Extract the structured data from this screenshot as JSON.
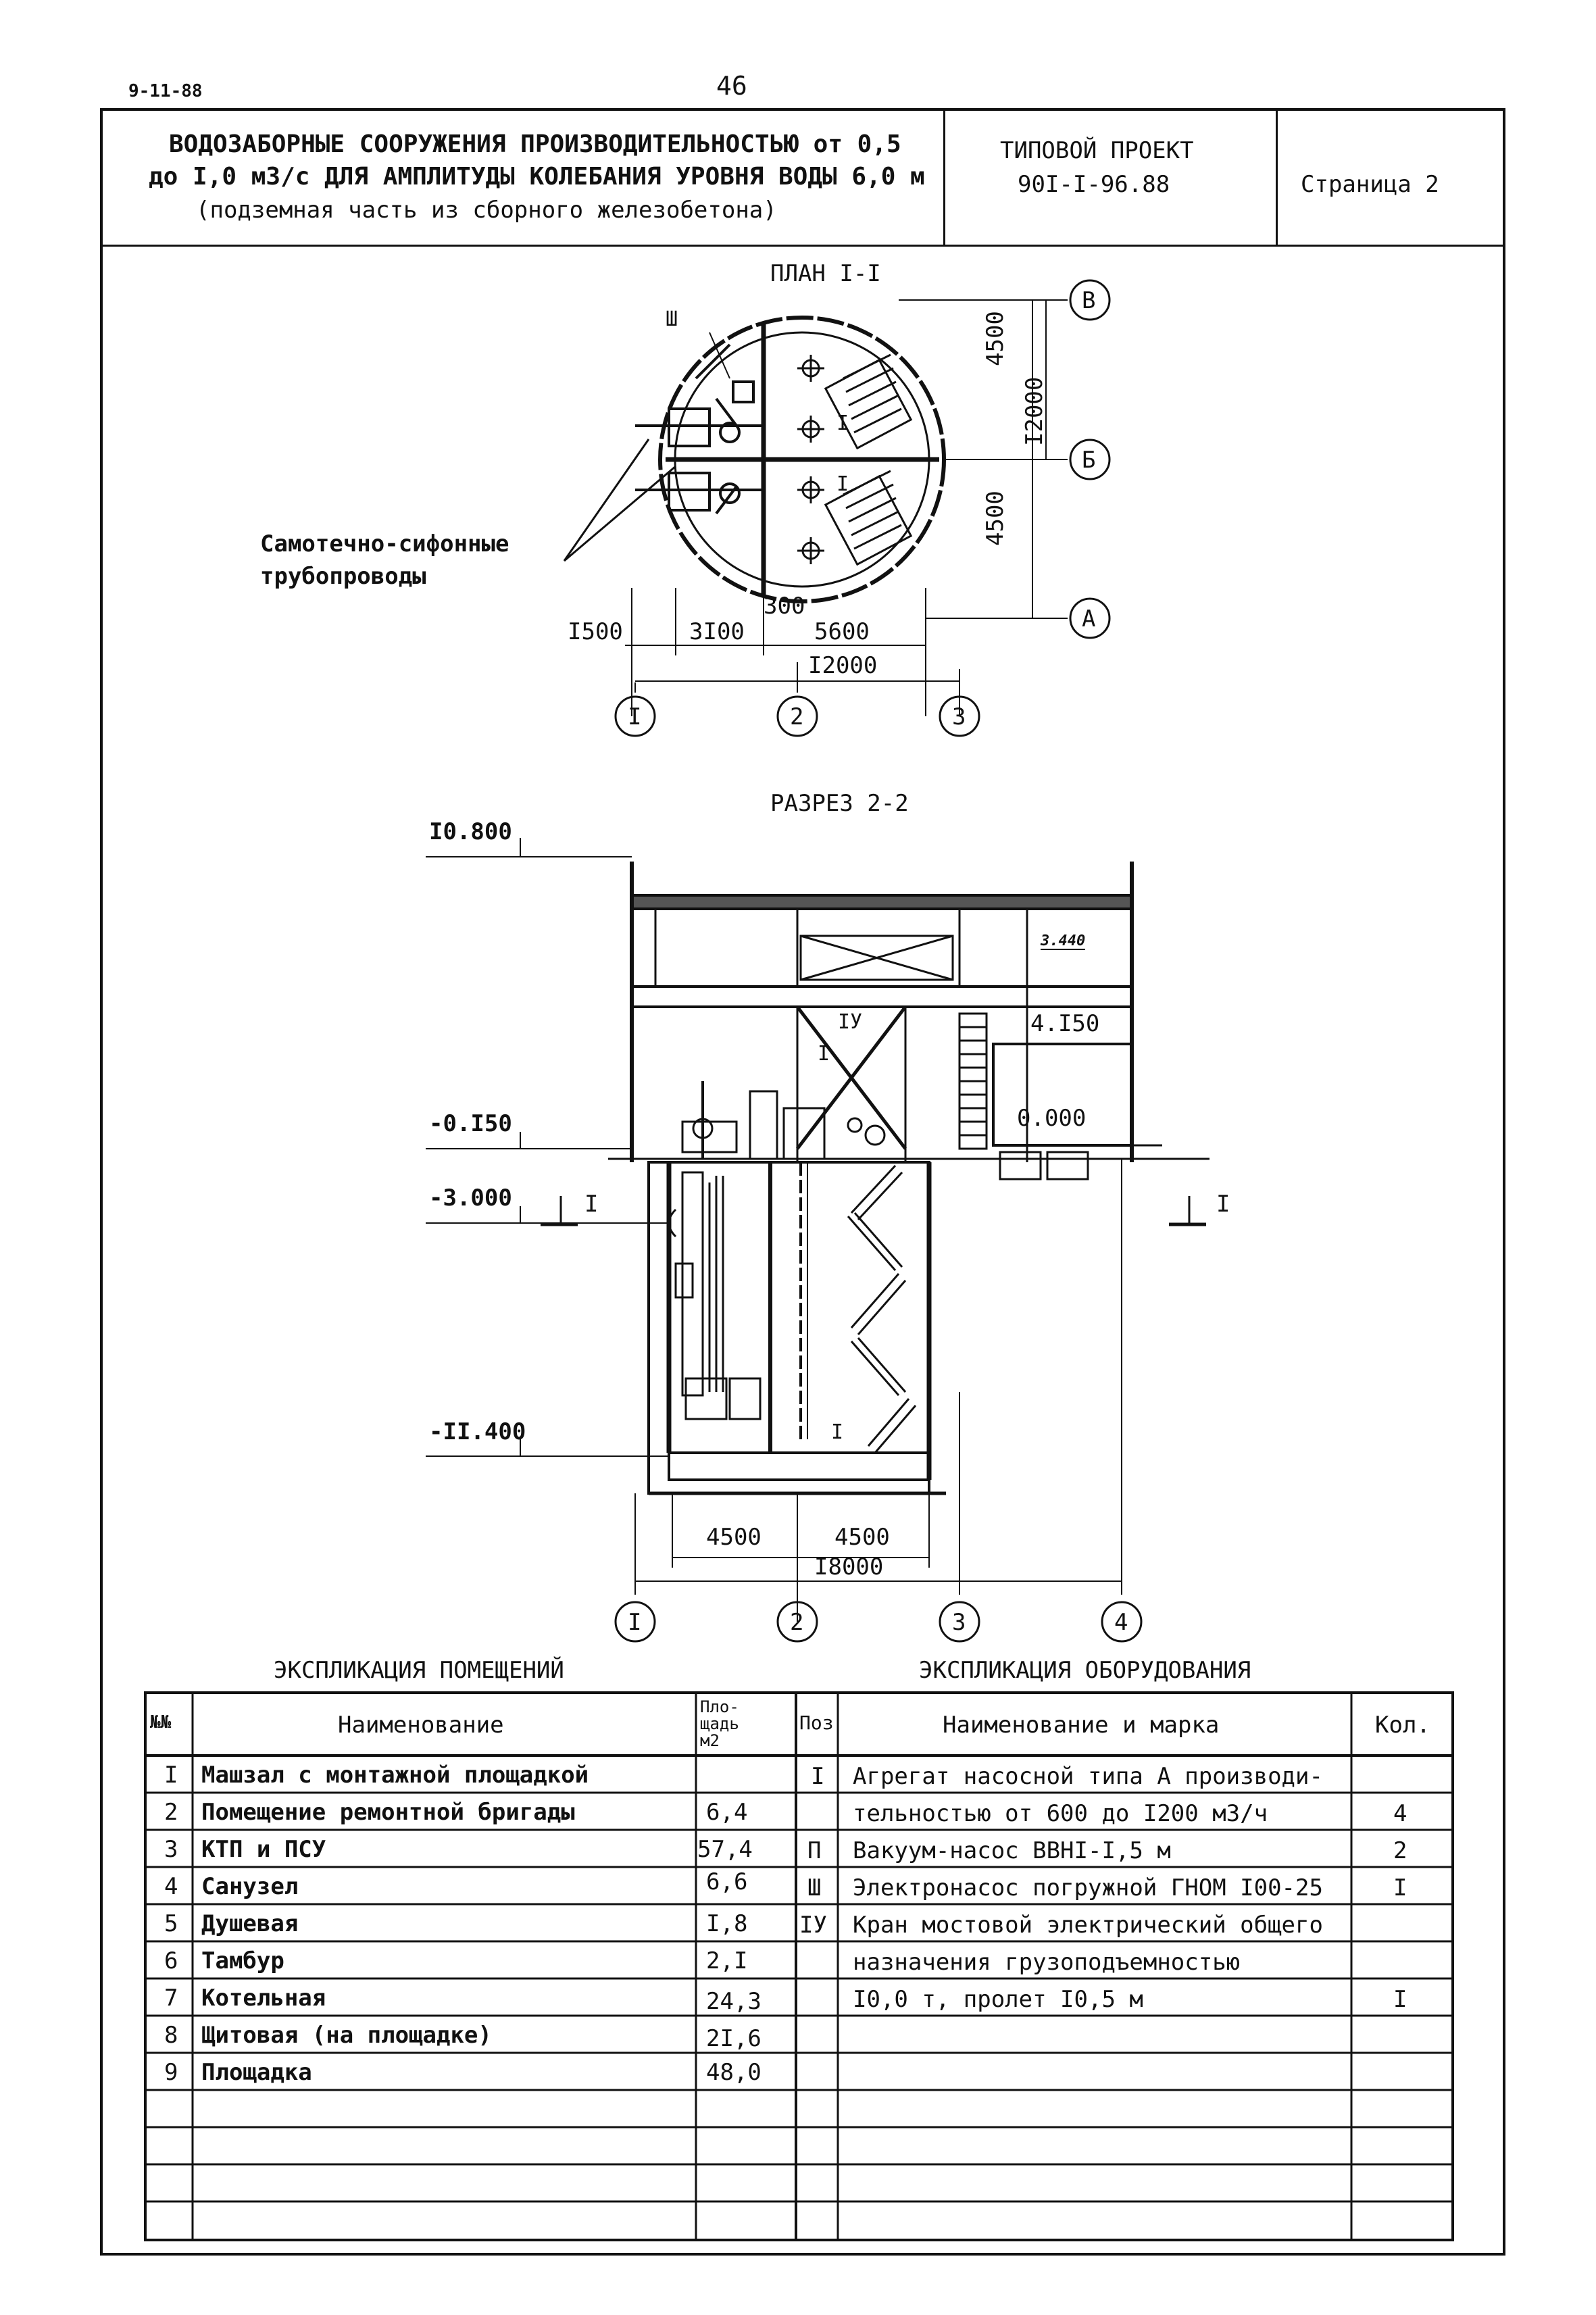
{
  "sheet": {
    "code": "9-11-88",
    "page_number": "46"
  },
  "title_block": {
    "line1": "ВОДОЗАБОРНЫЕ СООРУЖЕНИЯ ПРОИЗВОДИТЕЛЬНОСТЬЮ от 0,5",
    "line2": "до I,0 м3/с ДЛЯ АМПЛИТУДЫ КОЛЕБАНИЯ УРОВНЯ ВОДЫ 6,0 м",
    "line3": "(подземная часть из сборного железобетона)",
    "project_label": "ТИПОВОЙ ПРОЕКТ",
    "project_code": "90I-I-96.88",
    "page_label": "Страница 2"
  },
  "plan": {
    "title": "ПЛАН I-I",
    "mark_3": "Ш",
    "callout_line1": "Самотечно-сифонные",
    "callout_line2": "трубопроводы",
    "dim_4500_top": "4500",
    "dim_12000_vert": "I2000",
    "dim_4500_bot": "4500",
    "dim_300": "300",
    "dim_1500": "I500",
    "dim_3100": "3I00",
    "dim_5600": "5600",
    "dim_12000": "I2000",
    "axis_b": "В",
    "axis_be": "Б",
    "axis_a": "А",
    "axis_1": "I",
    "axis_2": "2",
    "axis_3": "3",
    "mark_1a": "I",
    "mark_1b": "I"
  },
  "section": {
    "title": "РАЗРЕЗ 2-2",
    "elev_top": "I0.800",
    "elev_3440": "3.440",
    "elev_4150": "4.I50",
    "elev_0000": "0.000",
    "elev_m0150": "-0.I50",
    "elev_m3000": "-3.000",
    "elev_m11400": "-II.400",
    "mark_iu": "IУ",
    "mark_i_top": "I",
    "mark_i_bot": "I",
    "cut_left": "I",
    "cut_right": "I",
    "dim_4500_a": "4500",
    "dim_4500_b": "4500",
    "dim_18000": "I8000",
    "axis_1": "I",
    "axis_2": "2",
    "axis_3": "3",
    "axis_4": "4"
  },
  "rooms_table": {
    "caption": "ЭКСПЛИКАЦИЯ ПОМЕЩЕНИЙ",
    "head_no": "№№",
    "head_name": "Наименование",
    "head_area": "Пло-щадь м2",
    "rows": [
      {
        "no": "I",
        "name": "Машзал с монтажной площадкой",
        "area": ""
      },
      {
        "no": "2",
        "name": "Помещение ремонтной бригады",
        "area": "6,4"
      },
      {
        "no": "3",
        "name": "КТП и ПСУ",
        "area": "57,4"
      },
      {
        "no": "4",
        "name": "Санузел",
        "area": "6,6"
      },
      {
        "no": "5",
        "name": "Душевая",
        "area": "I,8"
      },
      {
        "no": "6",
        "name": "Тамбур",
        "area": "2,I"
      },
      {
        "no": "7",
        "name": "Котельная",
        "area": "24,3"
      },
      {
        "no": "8",
        "name": "Щитовая (на площадке)",
        "area": "2I,6"
      },
      {
        "no": "9",
        "name": "Площадка",
        "area": "48,0"
      }
    ]
  },
  "equipment_table": {
    "caption": "ЭКСПЛИКАЦИЯ ОБОРУДОВАНИЯ",
    "head_pos": "Поз",
    "head_name": "Наименование и марка",
    "head_qty": "Кол.",
    "rows": [
      {
        "pos": "I",
        "name": "Агрегат насосной типа А производи-",
        "qty": ""
      },
      {
        "pos": "",
        "name": "тельностью от 600 до I200 м3/ч",
        "qty": "4"
      },
      {
        "pos": "П",
        "name": "Вакуум-насос ВВНI-I,5 м",
        "qty": "2"
      },
      {
        "pos": "Ш",
        "name": "Электронасос погружной ГНОМ I00-25",
        "qty": "I"
      },
      {
        "pos": "IУ",
        "name": "Кран мостовой электрический общего",
        "qty": ""
      },
      {
        "pos": "",
        "name": "назначения грузоподъемностью",
        "qty": ""
      },
      {
        "pos": "",
        "name": "I0,0 т, пролет I0,5 м",
        "qty": "I"
      }
    ]
  }
}
